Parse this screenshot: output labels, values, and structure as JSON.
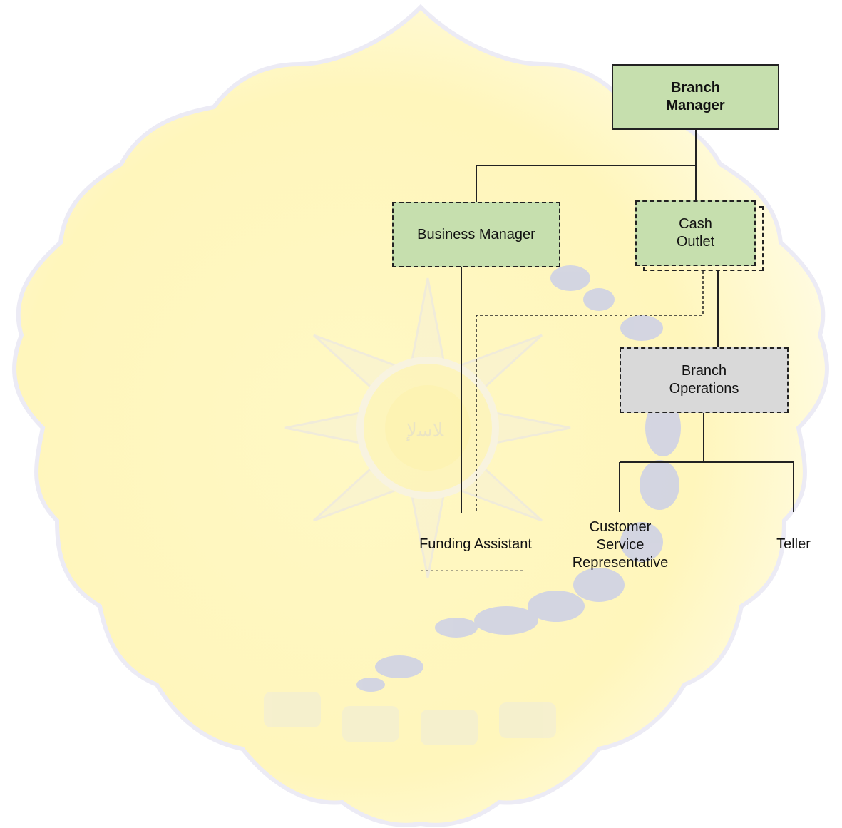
{
  "org_chart": {
    "branch_manager": "Branch\nManager",
    "business_manager": "Business Manager",
    "cash_outlet": "Cash\nOutlet",
    "branch_operations": "Branch\nOperations",
    "funding_assistant": "Funding Assistant",
    "customer_service_representative": "Customer\nService\nRepresentative",
    "teller": "Teller"
  },
  "colors": {
    "primary_box_fill": "#c6dfae",
    "operations_box_fill": "#d9d9d9",
    "line_color": "#222222",
    "watermark_yellow": "#fdf6c0",
    "watermark_blue": "#b8bde3"
  },
  "watermark": {
    "emblem_text": "ﻼﺳﻹ"
  }
}
